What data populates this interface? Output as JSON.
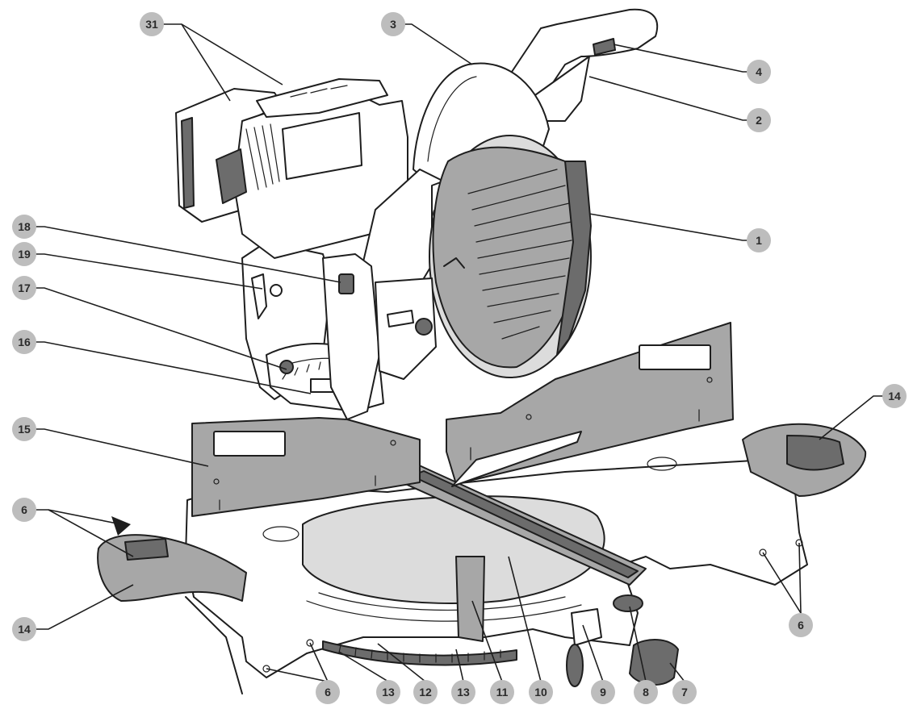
{
  "callouts": [
    {
      "id": "c31",
      "label": "31"
    },
    {
      "id": "c3",
      "label": "3"
    },
    {
      "id": "c4",
      "label": "4"
    },
    {
      "id": "c2",
      "label": "2"
    },
    {
      "id": "c1",
      "label": "1"
    },
    {
      "id": "c18",
      "label": "18"
    },
    {
      "id": "c19",
      "label": "19"
    },
    {
      "id": "c17",
      "label": "17"
    },
    {
      "id": "c16",
      "label": "16"
    },
    {
      "id": "c15",
      "label": "15"
    },
    {
      "id": "c14r",
      "label": "14"
    },
    {
      "id": "c6l",
      "label": "6"
    },
    {
      "id": "c14l",
      "label": "14"
    },
    {
      "id": "c6r",
      "label": "6"
    },
    {
      "id": "c6b",
      "label": "6"
    },
    {
      "id": "c13a",
      "label": "13"
    },
    {
      "id": "c12",
      "label": "12"
    },
    {
      "id": "c13b",
      "label": "13"
    },
    {
      "id": "c11",
      "label": "11"
    },
    {
      "id": "c10",
      "label": "10"
    },
    {
      "id": "c9",
      "label": "9"
    },
    {
      "id": "c8",
      "label": "8"
    },
    {
      "id": "c7",
      "label": "7"
    }
  ],
  "colors": {
    "callout_fill": "#bdbdbd",
    "callout_text": "#2b2b2b",
    "outline": "#1e1e1e",
    "fence_grey": "#a7a7a7"
  }
}
